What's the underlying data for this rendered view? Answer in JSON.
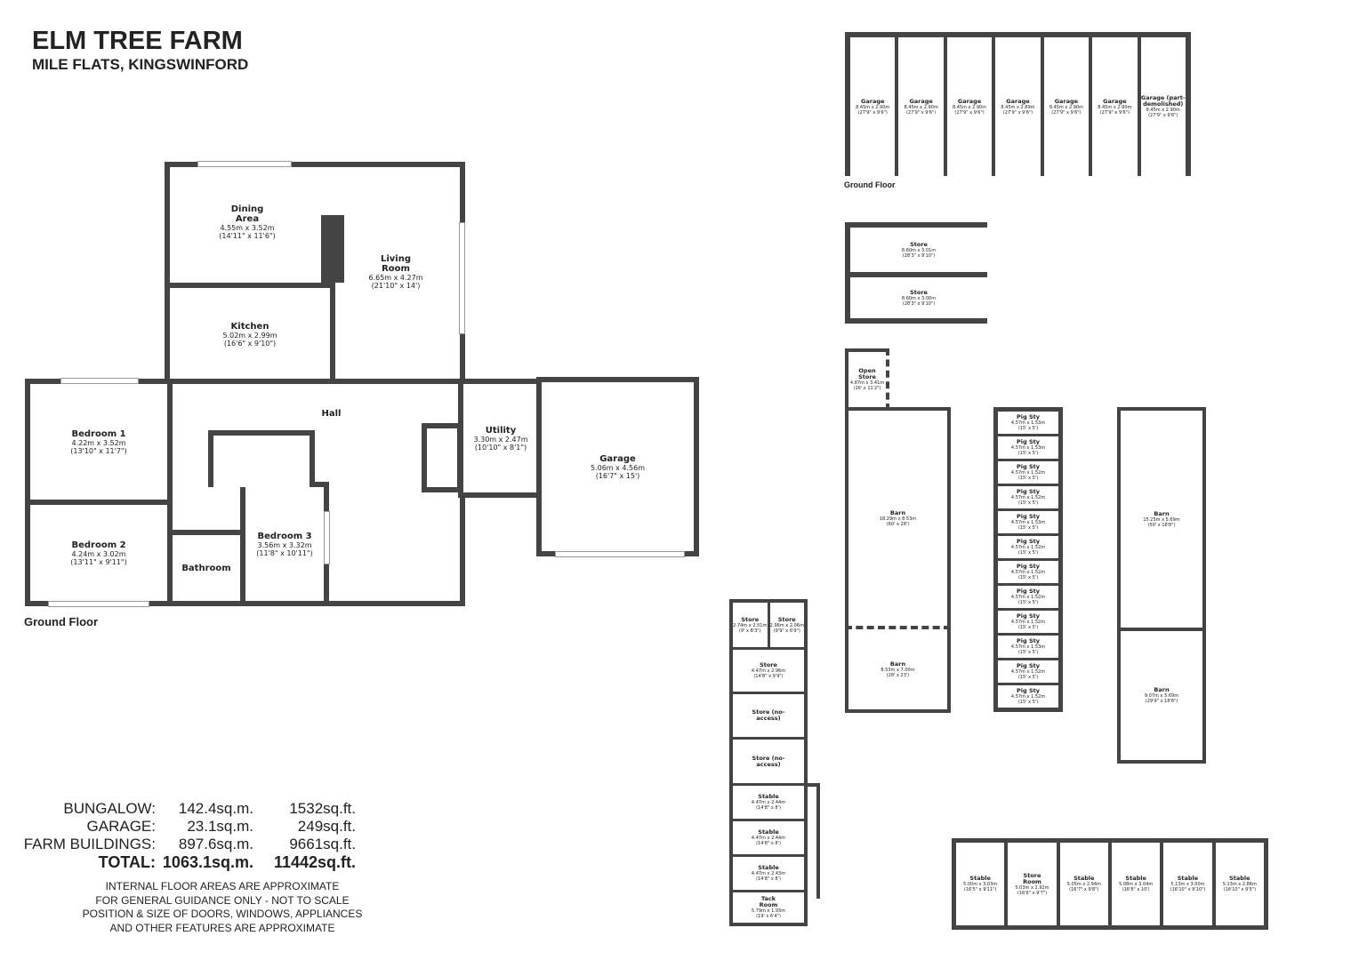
{
  "header": {
    "title": "ELM TREE FARM",
    "subtitle": "MILE FLATS, KINGSWINFORD"
  },
  "bungalow": {
    "floor_label": "Ground Floor",
    "rooms": [
      {
        "name": "Dining Area",
        "dims_m": "4.55m x 3.52m",
        "dims_ft": "(14'11\" x 11'6\")"
      },
      {
        "name": "Living Room",
        "dims_m": "6.65m x 4.27m",
        "dims_ft": "(21'10\" x 14')"
      },
      {
        "name": "Kitchen",
        "dims_m": "5.02m x 2.99m",
        "dims_ft": "(16'6\" x 9'10\")"
      },
      {
        "name": "Hall"
      },
      {
        "name": "Bedroom 1",
        "dims_m": "4.22m x 3.52m",
        "dims_ft": "(13'10\" x 11'7\")"
      },
      {
        "name": "Bedroom 2",
        "dims_m": "4.24m x 3.02m",
        "dims_ft": "(13'11\" x 9'11\")"
      },
      {
        "name": "Bathroom"
      },
      {
        "name": "Bedroom 3",
        "dims_m": "3.56m x 3.32m",
        "dims_ft": "(11'8\" x 10'11\")"
      },
      {
        "name": "Utility",
        "dims_m": "3.30m x 2.47m",
        "dims_ft": "(10'10\" x 8'1\")"
      },
      {
        "name": "Garage",
        "dims_m": "5.06m x 4.56m",
        "dims_ft": "(16'7\" x 15')"
      }
    ]
  },
  "garages": {
    "floor_label": "Ground Floor",
    "bays": [
      {
        "name": "Garage",
        "dims_m": "8.45m x 2.90m",
        "dims_ft": "(27'9\" x 9'6\")"
      },
      {
        "name": "Garage",
        "dims_m": "8.45m x 2.90m",
        "dims_ft": "(27'9\" x 9'6\")"
      },
      {
        "name": "Garage",
        "dims_m": "8.45m x 2.90m",
        "dims_ft": "(27'9\" x 9'6\")"
      },
      {
        "name": "Garage",
        "dims_m": "8.45m x 2.89m",
        "dims_ft": "(27'9\" x 9'6\")"
      },
      {
        "name": "Garage",
        "dims_m": "8.45m x 2.90m",
        "dims_ft": "(27'9\" x 9'6\")"
      },
      {
        "name": "Garage",
        "dims_m": "8.45m x 2.90m",
        "dims_ft": "(27'9\" x 9'6\")"
      },
      {
        "name": "Garage (part-demolished)",
        "dims_m": "8.45m x 2.90m",
        "dims_ft": "(27'9\" x 9'6\")"
      }
    ]
  },
  "stores": [
    {
      "name": "Store",
      "dims_m": "8.60m x 3.01m",
      "dims_ft": "(28'3\" x 9'10\")"
    },
    {
      "name": "Store",
      "dims_m": "8.60m x 3.00m",
      "dims_ft": "(28'3\" x 9'10\")"
    }
  ],
  "barn_left": [
    {
      "name": "Open Store",
      "dims_m": "4.87m x 3.41m",
      "dims_ft": "(16' x 11'2\")"
    },
    {
      "name": "Barn",
      "dims_m": "18.29m x 8.53m",
      "dims_ft": "(60' x 28')"
    },
    {
      "name": "Barn",
      "dims_m": "8.53m x 7.00m",
      "dims_ft": "(28' x 23')"
    }
  ],
  "pig_sties": [
    {
      "name": "Pig Sty",
      "dims_m": "4.57m x 1.53m",
      "dims_ft": "(15' x 5')"
    },
    {
      "name": "Pig Sty",
      "dims_m": "4.57m x 1.53m",
      "dims_ft": "(15' x 5')"
    },
    {
      "name": "Pig Sty",
      "dims_m": "4.57m x 1.52m",
      "dims_ft": "(15' x 5')"
    },
    {
      "name": "Pig Sty",
      "dims_m": "4.57m x 1.52m",
      "dims_ft": "(15' x 5')"
    },
    {
      "name": "Pig Sty",
      "dims_m": "4.57m x 1.53m",
      "dims_ft": "(15' x 5')"
    },
    {
      "name": "Pig Sty",
      "dims_m": "4.57m x 1.52m",
      "dims_ft": "(15' x 5')"
    },
    {
      "name": "Pig Sty",
      "dims_m": "4.57m x 1.52m",
      "dims_ft": "(15' x 5')"
    },
    {
      "name": "Pig Sty",
      "dims_m": "4.57m x 1.52m",
      "dims_ft": "(15' x 5')"
    },
    {
      "name": "Pig Sty",
      "dims_m": "4.57m x 1.52m",
      "dims_ft": "(15' x 5')"
    },
    {
      "name": "Pig Sty",
      "dims_m": "4.57m x 1.53m",
      "dims_ft": "(15' x 5')"
    },
    {
      "name": "Pig Sty",
      "dims_m": "4.57m x 1.52m",
      "dims_ft": "(15' x 5')"
    },
    {
      "name": "Pig Sty",
      "dims_m": "4.57m x 1.52m",
      "dims_ft": "(15' x 5')"
    }
  ],
  "barn_right": [
    {
      "name": "Barn",
      "dims_m": "15.25m x 5.69m",
      "dims_ft": "(50' x 18'8\")"
    },
    {
      "name": "Barn",
      "dims_m": "9.07m x 5.69m",
      "dims_ft": "(29'9\" x 18'8\")"
    }
  ],
  "stable_block_left": [
    {
      "name": "Store",
      "dims_m": "2.74m x 2.51m",
      "dims_ft": "(9' x 8'3\")"
    },
    {
      "name": "Store",
      "dims_m": "2.96m x 2.06m",
      "dims_ft": "(9'9\" x 6'9\")"
    },
    {
      "name": "Store",
      "dims_m": "4.47m x 2.96m",
      "dims_ft": "(14'8\" x 9'9\")"
    },
    {
      "name": "Store (no-access)"
    },
    {
      "name": "Store (no-access)"
    },
    {
      "name": "Stable",
      "dims_m": "4.47m x 2.44m",
      "dims_ft": "(14'8\" x 8')"
    },
    {
      "name": "Stable",
      "dims_m": "4.47m x 2.44m",
      "dims_ft": "(14'8\" x 8')"
    },
    {
      "name": "Stable",
      "dims_m": "4.47m x 2.43m",
      "dims_ft": "(14'8\" x 8')"
    },
    {
      "name": "Tack Room",
      "dims_m": "5.79m x 1.93m",
      "dims_ft": "(19' x 6'4\")"
    }
  ],
  "stable_block_bottom": [
    {
      "name": "Stable",
      "dims_m": "5.00m x 3.03m",
      "dims_ft": "(16'5\" x 9'11\")"
    },
    {
      "name": "Store Room",
      "dims_m": "5.03m x 2.92m",
      "dims_ft": "(16'6\" x 9'7\")"
    },
    {
      "name": "Stable",
      "dims_m": "5.05m x 2.94m",
      "dims_ft": "(16'7\" x 9'8\")"
    },
    {
      "name": "Stable",
      "dims_m": "5.08m x 3.04m",
      "dims_ft": "(16'8\" x 10')"
    },
    {
      "name": "Stable",
      "dims_m": "5.13m x 3.00m",
      "dims_ft": "(16'10\" x 9'10\")"
    },
    {
      "name": "Stable",
      "dims_m": "5.13m x 2.86m",
      "dims_ft": "(16'10\" x 9'5\")"
    }
  ],
  "areas": [
    {
      "label": "BUNGALOW:",
      "sqm": "142.4sq.m.",
      "sqft": "1532sq.ft."
    },
    {
      "label": "GARAGE:",
      "sqm": "23.1sq.m.",
      "sqft": "249sq.ft."
    },
    {
      "label": "FARM BUILDINGS:",
      "sqm": "897.6sq.m.",
      "sqft": "9661sq.ft."
    },
    {
      "label": "TOTAL:",
      "sqm": "1063.1sq.m.",
      "sqft": "11442sq.ft."
    }
  ],
  "notes": [
    "INTERNAL FLOOR AREAS ARE APPROXIMATE",
    "FOR GENERAL GUIDANCE ONLY - NOT TO SCALE",
    "POSITION & SIZE OF DOORS, WINDOWS, APPLIANCES",
    "AND OTHER FEATURES ARE APPROXIMATE"
  ]
}
